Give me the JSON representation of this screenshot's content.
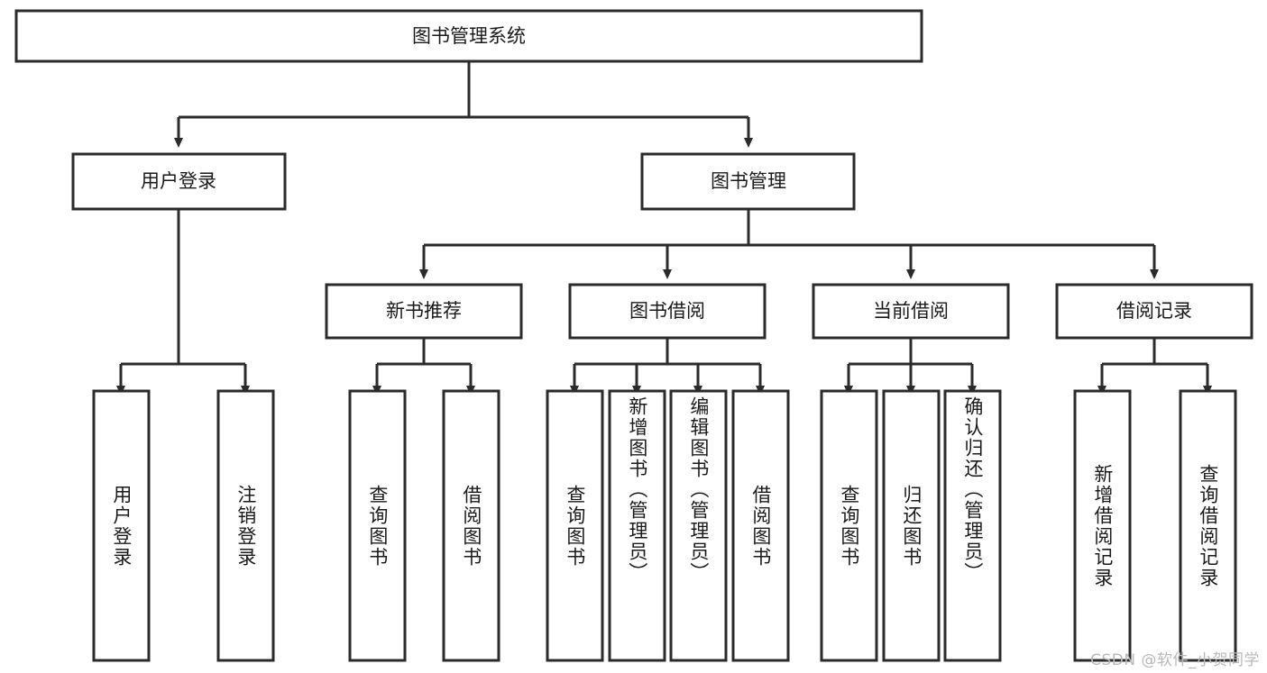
{
  "diagram": {
    "type": "hierarchy-tree",
    "title": "图书管理系统",
    "orientation": "top-down",
    "background_color": "#ffffff",
    "line_color": "#2b2b2b",
    "text_color": "#1a1a1a",
    "box_fill": "#ffffff",
    "levels": 4
  },
  "root": {
    "label": "图书管理系统"
  },
  "level2": [
    {
      "label": "用户登录"
    },
    {
      "label": "图书管理"
    }
  ],
  "level3": [
    {
      "label": "新书推荐"
    },
    {
      "label": "图书借阅"
    },
    {
      "label": "当前借阅"
    },
    {
      "label": "借阅记录"
    }
  ],
  "leaves": {
    "user_login": [
      {
        "label": "用户登录"
      },
      {
        "label": "注销登录"
      }
    ],
    "new_book_recommend": [
      {
        "label": "查询图书"
      },
      {
        "label": "借阅图书"
      }
    ],
    "book_borrow": [
      {
        "label": "查询图书"
      },
      {
        "label": "新增图书（管理员）"
      },
      {
        "label": "编辑图书（管理员）"
      },
      {
        "label": "借阅图书"
      }
    ],
    "current_borrow": [
      {
        "label": "查询图书"
      },
      {
        "label": "归还图书"
      },
      {
        "label": "确认归还（管理员）"
      }
    ],
    "borrow_records": [
      {
        "label": "新增借阅记录"
      },
      {
        "label": "查询借阅记录"
      }
    ]
  },
  "watermark": {
    "text": "CSDN @软件_小贺同学",
    "color": "#b9b9b9"
  }
}
